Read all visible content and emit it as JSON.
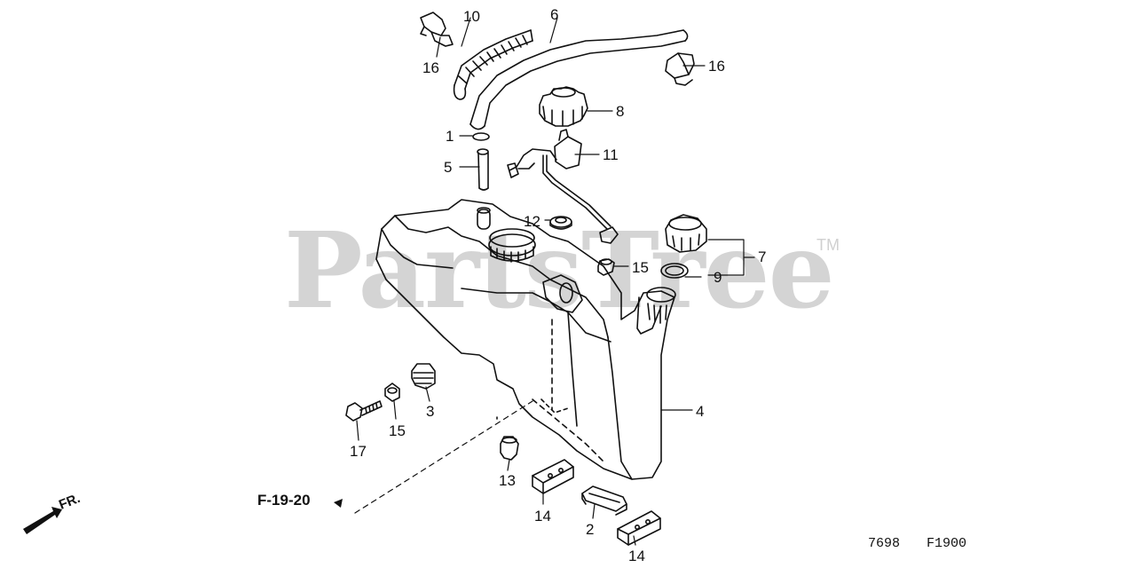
{
  "watermark": {
    "text": "PartsTree",
    "trademark": "TM"
  },
  "figure_reference": "F-19-20",
  "direction_marker": "FR.",
  "codes": {
    "left": "7698",
    "right": "F1900"
  },
  "callouts": {
    "c1": "1",
    "c2": "2",
    "c3": "3",
    "c4": "4",
    "c5": "5",
    "c6": "6",
    "c7": "7",
    "c8": "8",
    "c9": "9",
    "c10": "10",
    "c11": "11",
    "c12": "12",
    "c13": "13",
    "c14a": "14",
    "c14b": "14",
    "c15a": "15",
    "c15b": "15",
    "c16a": "16",
    "c16b": "16",
    "c17": "17"
  },
  "colors": {
    "line": "#111111",
    "watermark": "#d4d4d4",
    "background": "#ffffff"
  }
}
